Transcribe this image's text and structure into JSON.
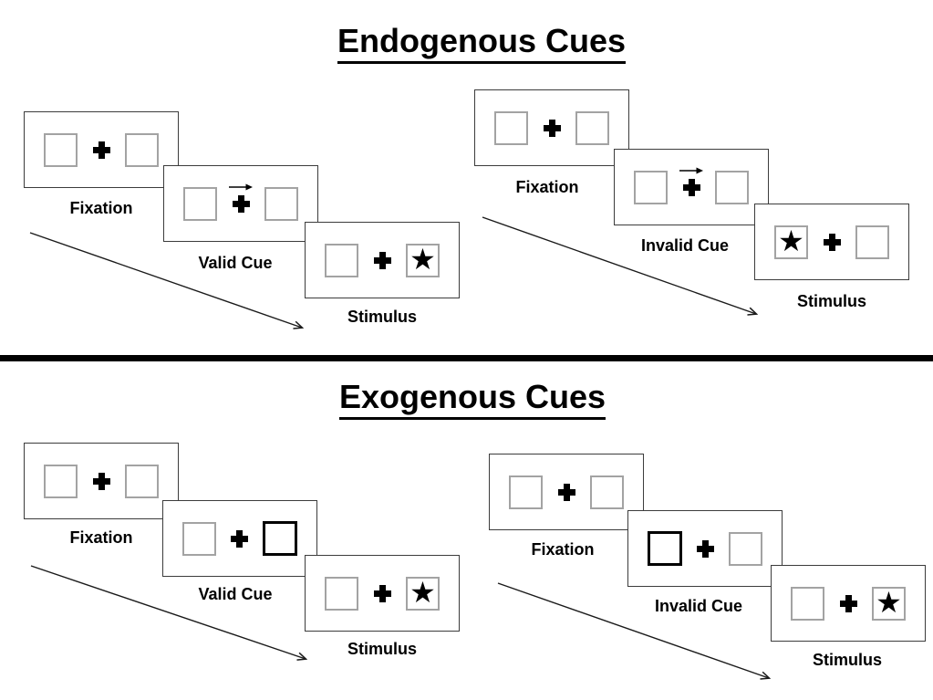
{
  "figure": {
    "kind": "Posner cueing paradigm diagram"
  },
  "sections": [
    {
      "id": "endogenous",
      "title": "Endogenous Cues",
      "panels": [
        {
          "name": "endogenous-valid",
          "cue_type": "central right-arrow above fixation cross",
          "stimulus_side": "right",
          "steps": [
            {
              "label": "Fixation"
            },
            {
              "label": "Valid Cue"
            },
            {
              "label": "Stimulus"
            }
          ]
        },
        {
          "name": "endogenous-invalid",
          "cue_type": "central right-arrow above fixation cross",
          "stimulus_side": "left",
          "steps": [
            {
              "label": "Fixation"
            },
            {
              "label": "Invalid Cue"
            },
            {
              "label": "Stimulus"
            }
          ]
        }
      ]
    },
    {
      "id": "exogenous",
      "title": "Exogenous Cues",
      "panels": [
        {
          "name": "exogenous-valid",
          "cue_type": "bold outline on right box",
          "stimulus_side": "right",
          "steps": [
            {
              "label": "Fixation"
            },
            {
              "label": "Valid Cue"
            },
            {
              "label": "Stimulus"
            }
          ]
        },
        {
          "name": "exogenous-invalid",
          "cue_type": "bold outline on left box",
          "stimulus_side": "right",
          "steps": [
            {
              "label": "Fixation"
            },
            {
              "label": "Invalid Cue"
            },
            {
              "label": "Stimulus"
            }
          ]
        }
      ]
    }
  ],
  "icons": {
    "star": "★"
  },
  "colors": {
    "ink": "#000000",
    "frame_border": "#3c3c3c",
    "box_border": "#a3a3a3",
    "background": "#ffffff"
  }
}
